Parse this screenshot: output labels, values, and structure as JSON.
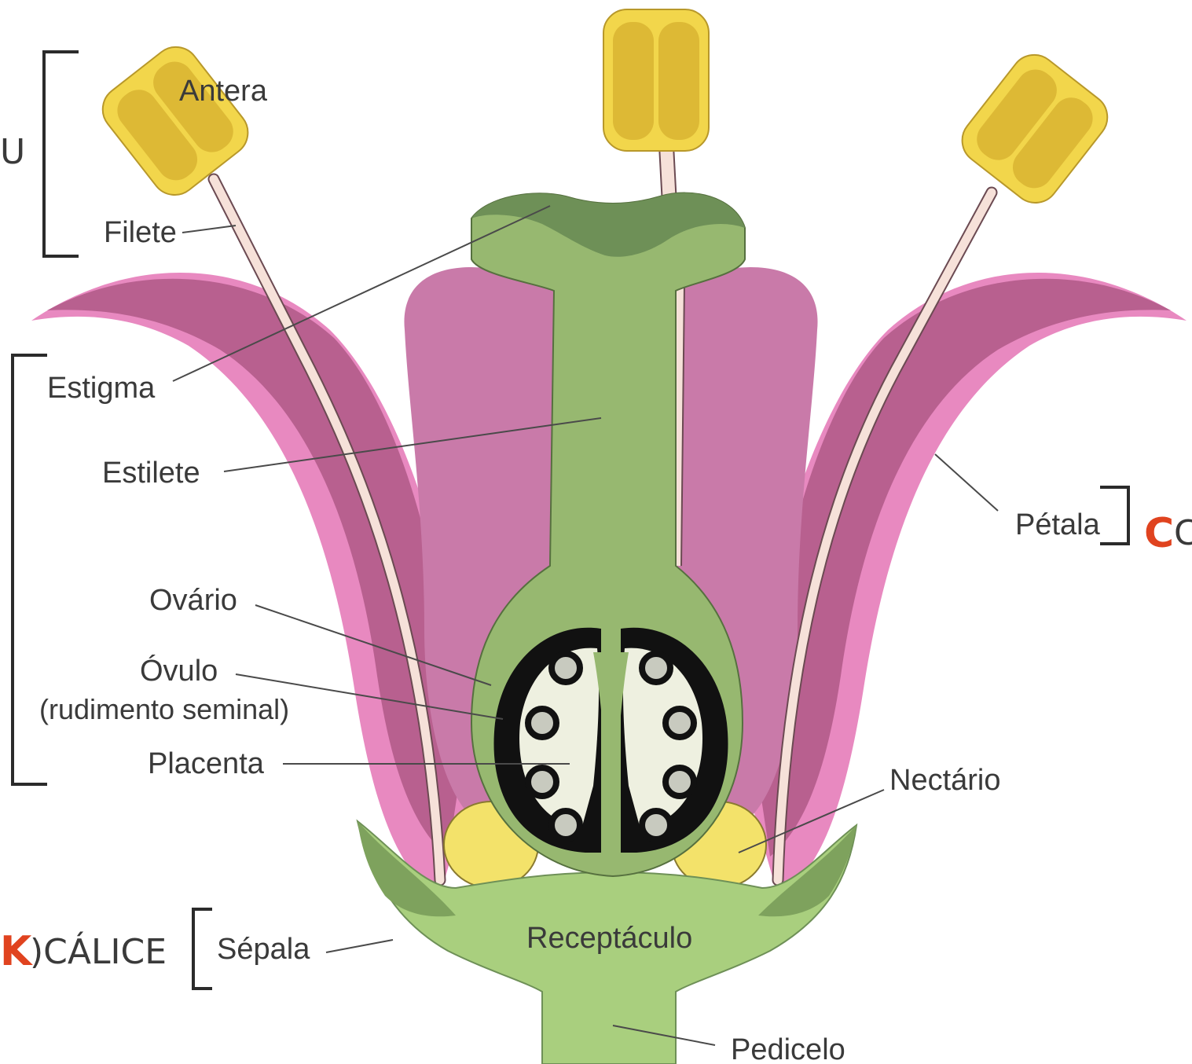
{
  "labels": {
    "antera": "Antera",
    "filete": "Filete",
    "estigma": "Estigma",
    "estilete": "Estilete",
    "ovario": "Ovário",
    "ovulo": "Óvulo",
    "ovulo_sub": "(rudimento seminal)",
    "placenta": "Placenta",
    "petala": "Pétala",
    "nectario": "Nectário",
    "sepala": "Sépala",
    "receptaculo": "Receptáculo",
    "pedicelo": "Pedicelo"
  },
  "groups": {
    "androceu_partial": "U",
    "corola_letter": "C",
    "corola_partial": "C",
    "calice_letter": "K",
    "calice_text": ")CÁLICE"
  },
  "colors": {
    "anther": "#f2d64b",
    "anther_dark": "#d9b52a",
    "filament": "#f6e1d9",
    "petal_outer": "#e889c0",
    "petal_dark": "#b8608f",
    "petal_inner": "#c97aa9",
    "pistil": "#97b870",
    "pistil_dark": "#6e9057",
    "receptacle": "#a9cf7e",
    "nectary": "#f3e26a",
    "ovary_cavity": "#111111",
    "ovule": "#eef0e0",
    "accent": "#e0431f"
  }
}
